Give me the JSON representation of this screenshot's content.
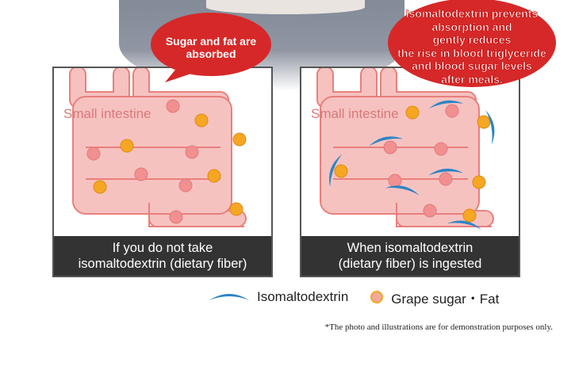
{
  "bubbles": {
    "left": "Sugar and fat are absorbed",
    "right_lines": [
      "Isomaltodextrin prevents",
      "absorption and",
      "gently reduces",
      "the rise in blood triglyceride",
      "and blood sugar levels",
      "after meals."
    ]
  },
  "panels": {
    "left": {
      "label": "Small intestine",
      "caption_lines": [
        "If you do not take",
        "isomaltodextrin (dietary fiber)"
      ]
    },
    "right": {
      "label": "Small intestine",
      "caption_lines": [
        "When isomaltodextrin",
        "(dietary fiber) is ingested"
      ]
    }
  },
  "legend": {
    "isomaltodextrin": "Isomaltodextrin",
    "sugar_fat": "Grape sugar・Fat"
  },
  "note": "*The photo and illustrations are for demonstration purposes only.",
  "colors": {
    "bubble": "#d62828",
    "intestine": "#f6c2c0",
    "intestine_edge": "#e9807c",
    "sugar": "#f28f90",
    "fat": "#f5a623",
    "fiber": "#2c84c6",
    "caption_bg": "#333333"
  },
  "icons": {
    "isomaltodextrin": "blue-arc-icon",
    "sugar_fat": "particle-icon"
  }
}
